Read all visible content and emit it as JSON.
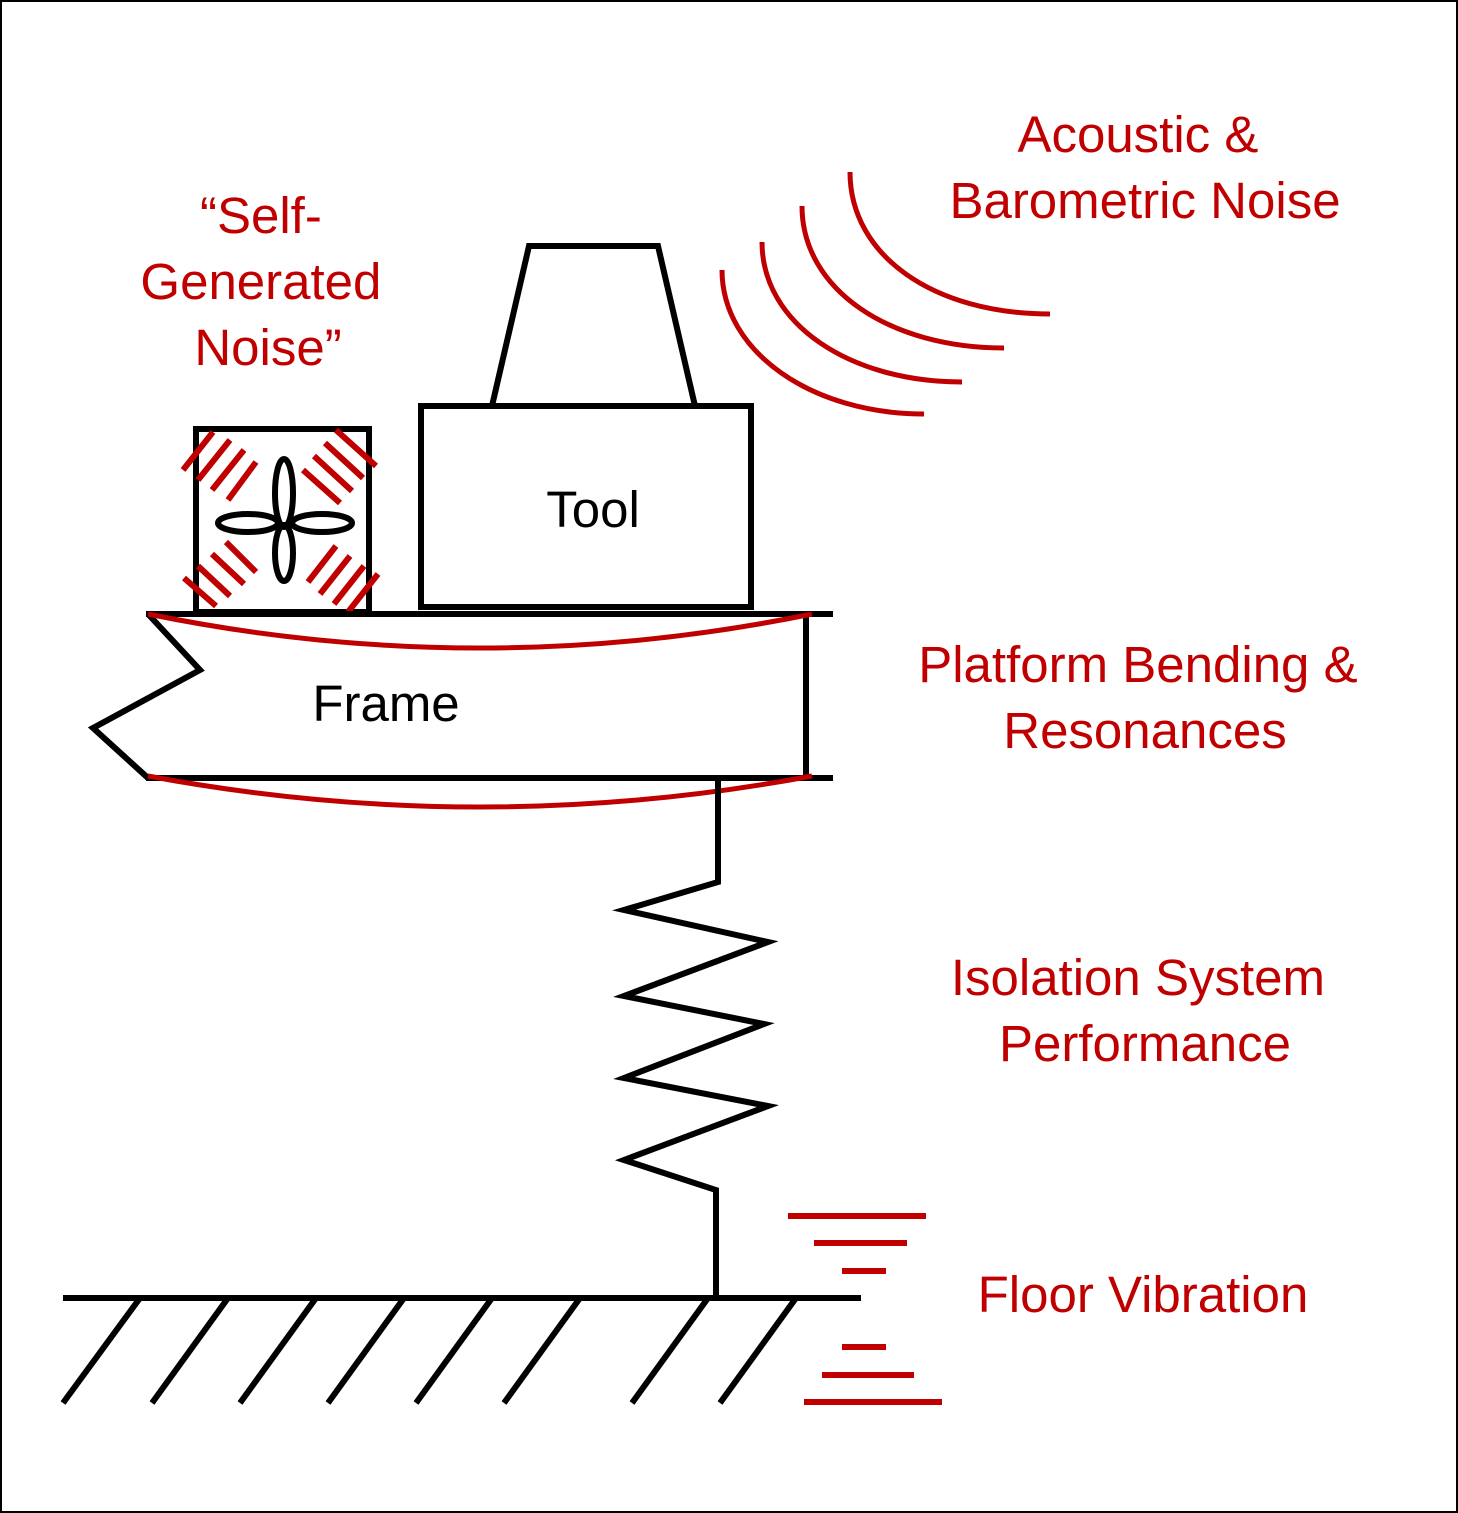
{
  "labels": {
    "self_generated_noise": [
      "“Self-",
      "Generated",
      "Noise”"
    ],
    "acoustic_noise": [
      "Acoustic &",
      "Barometric Noise"
    ],
    "platform_bending": [
      "Platform Bending &",
      "Resonances"
    ],
    "isolation_system": [
      "Isolation System",
      "Performance"
    ],
    "floor_vibration": "Floor Vibration",
    "tool": "Tool",
    "frame": "Frame"
  },
  "colors": {
    "accent": "#c00000",
    "line": "#000000",
    "background": "#ffffff"
  },
  "icons": {
    "fan": "fan-icon",
    "sound_waves": "sound-waves-icon",
    "spring": "spring-icon",
    "ground": "ground-hatch-icon"
  }
}
